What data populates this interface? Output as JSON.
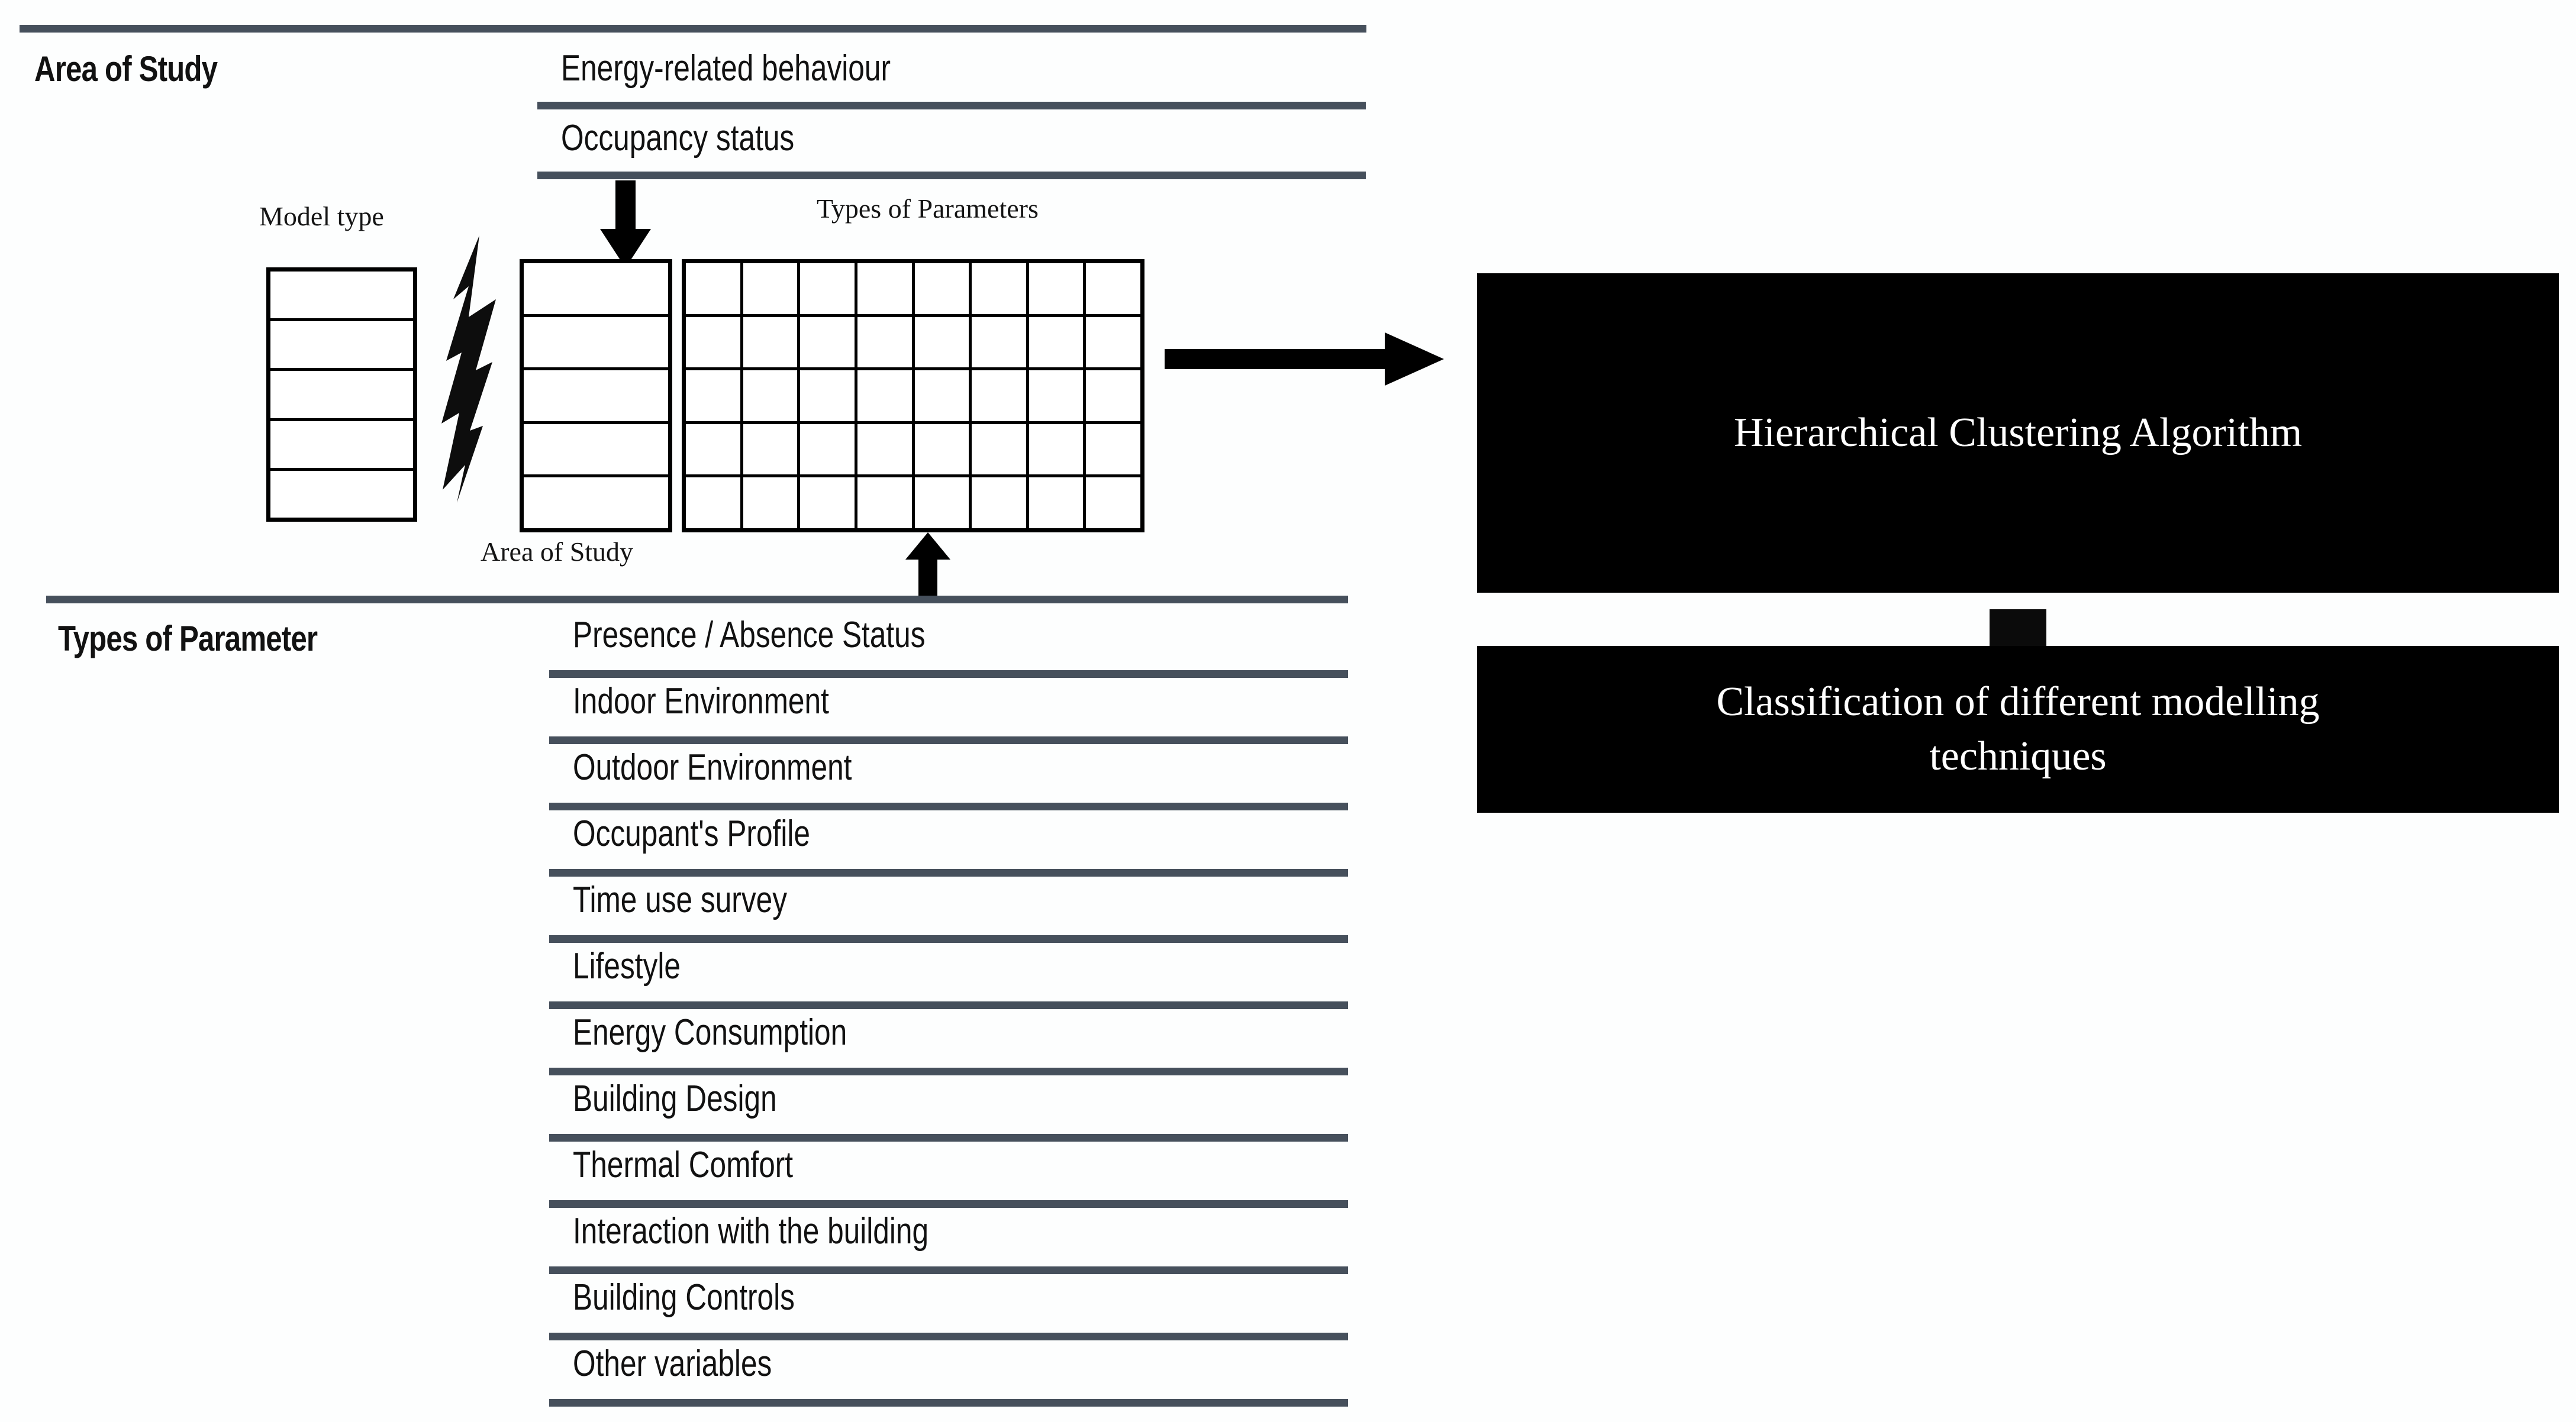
{
  "diagram": {
    "title_area_of_study": "Area of Study",
    "title_types_of_parameter": "Types of Parameter",
    "area_of_study_items": [
      "Energy-related behaviour",
      "Occupancy status"
    ],
    "types_of_parameter_items": [
      "Presence / Absence Status",
      "Indoor Environment",
      "Outdoor Environment",
      "Occupant's Profile",
      "Time use survey",
      "Lifestyle",
      "Energy Consumption",
      "Building Design",
      "Thermal Comfort",
      "Interaction with the building",
      "Building Controls",
      "Other variables"
    ],
    "matrix": {
      "model_type_caption": "Model type",
      "area_of_study_caption": "Area of Study",
      "types_of_parameters_caption": "Types of Parameters",
      "model_type_rows": 5,
      "area_of_study_rows": 5,
      "parameter_grid_rows": 5,
      "parameter_grid_cols": 8
    },
    "process_boxes": [
      "Hierarchical Clustering Algorithm",
      "Classification of different modelling\ntechniques"
    ],
    "colors": {
      "rule": "#46505c",
      "box_fill": "#000000",
      "box_text": "#ffffff",
      "ink": "#111111"
    }
  }
}
